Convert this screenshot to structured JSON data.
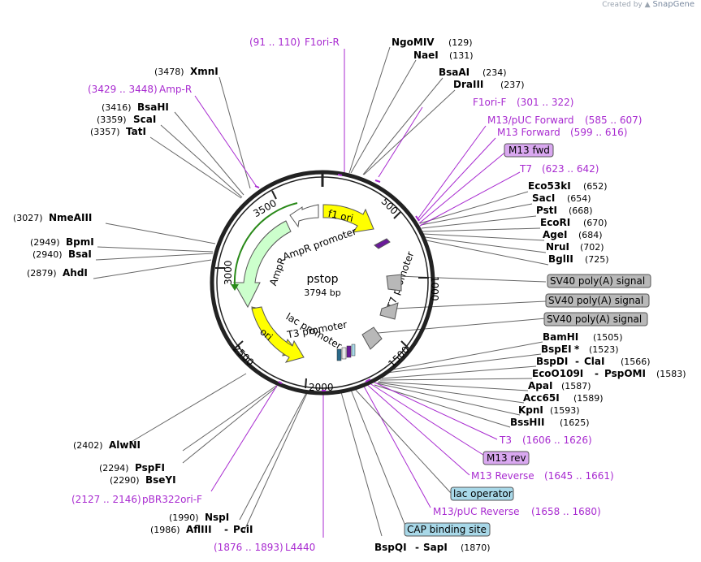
{
  "credit": {
    "prefix": "Created by",
    "brand": "SnapGene"
  },
  "center": {
    "name": "pstop",
    "size": "3794 bp"
  },
  "ticks": [
    "500",
    "1000",
    "1500",
    "2000",
    "2500",
    "3000",
    "3500"
  ],
  "features": {
    "f1ori": "f1 ori",
    "ampr_promoter": "AmpR promoter",
    "ampr": "AmpR",
    "ori": "ori",
    "lac_promoter": "lac promoter",
    "t3_promoter": "T3 promoter",
    "t7_promoter": "T7 promoter"
  },
  "sites_right": [
    {
      "name": "NgoMIV",
      "pos": "(129)"
    },
    {
      "name": "NaeI",
      "pos": "(131)"
    },
    {
      "name": "BsaAI",
      "pos": "(234)"
    },
    {
      "name": "DraIII",
      "pos": "(237)"
    },
    {
      "name": "Eco53kI",
      "pos": "(652)"
    },
    {
      "name": "SacI",
      "pos": "(654)"
    },
    {
      "name": "PstI",
      "pos": "(668)"
    },
    {
      "name": "EcoRI",
      "pos": "(670)"
    },
    {
      "name": "AgeI",
      "pos": "(684)"
    },
    {
      "name": "NruI",
      "pos": "(702)"
    },
    {
      "name": "BglII",
      "pos": "(725)"
    },
    {
      "name": "BamHI",
      "pos": "(1505)"
    },
    {
      "name": "BspEI",
      "pos": "(1523)",
      "star": "*"
    },
    {
      "name": "BspDI",
      "name2": "ClaI",
      "pos": "(1566)"
    },
    {
      "name": "EcoO109I",
      "name2": "PspOMI",
      "pos": "(1583)"
    },
    {
      "name": "ApaI",
      "pos": "(1587)"
    },
    {
      "name": "Acc65I",
      "pos": "(1589)"
    },
    {
      "name": "KpnI",
      "pos": "(1593)"
    },
    {
      "name": "BssHII",
      "pos": "(1625)"
    },
    {
      "name": "BspQI",
      "name2": "SapI",
      "pos": "(1870)"
    }
  ],
  "sites_left": [
    {
      "name": "XmnI",
      "pos": "(3478)"
    },
    {
      "name": "BsaHI",
      "pos": "(3416)"
    },
    {
      "name": "ScaI",
      "pos": "(3359)"
    },
    {
      "name": "TatI",
      "pos": "(3357)"
    },
    {
      "name": "NmeAIII",
      "pos": "(3027)"
    },
    {
      "name": "BpmI",
      "pos": "(2949)"
    },
    {
      "name": "BsaI",
      "pos": "(2940)"
    },
    {
      "name": "AhdI",
      "pos": "(2879)"
    },
    {
      "name": "AlwNI",
      "pos": "(2402)"
    },
    {
      "name": "PspFI",
      "pos": "(2294)"
    },
    {
      "name": "BseYI",
      "pos": "(2290)"
    },
    {
      "name": "NspI",
      "pos": "(1990)"
    },
    {
      "name": "AflIII",
      "name2": "PciI",
      "pos": "(1986)"
    }
  ],
  "primers": [
    {
      "range": "(91 .. 110)",
      "name": "F1ori-R"
    },
    {
      "range": "(3429 .. 3448)",
      "name": "Amp-R"
    },
    {
      "name": "F1ori-F",
      "range": "(301 .. 322)"
    },
    {
      "name": "M13/pUC Forward",
      "range": "(585 .. 607)"
    },
    {
      "name": "M13 Forward",
      "range": "(599 .. 616)"
    },
    {
      "name": "T7",
      "range": "(623 .. 642)"
    },
    {
      "name": "T3",
      "range": "(1606 .. 1626)"
    },
    {
      "name": "M13 Reverse",
      "range": "(1645 .. 1661)"
    },
    {
      "name": "M13/pUC Reverse",
      "range": "(1658 .. 1680)"
    },
    {
      "range": "(2127 .. 2146)",
      "name": "pBR322ori-F"
    },
    {
      "range": "(1876 .. 1893)",
      "name": "L4440"
    }
  ],
  "boxes": {
    "m13fwd": "M13 fwd",
    "sv40_1": "SV40 poly(A) signal",
    "sv40_2": "SV40 poly(A) signal",
    "sv40_3": "SV40 poly(A) signal",
    "m13rev": "M13 rev",
    "lac_operator": "lac operator",
    "cap_site": "CAP binding site"
  },
  "colors": {
    "primer": "#a82ad0",
    "ampr": "#ccffcc",
    "ori": "#ffff00",
    "sv40": "#b8b8b8",
    "primer_box": "#d9a8f0",
    "lac_box": "#a8d8e8"
  }
}
